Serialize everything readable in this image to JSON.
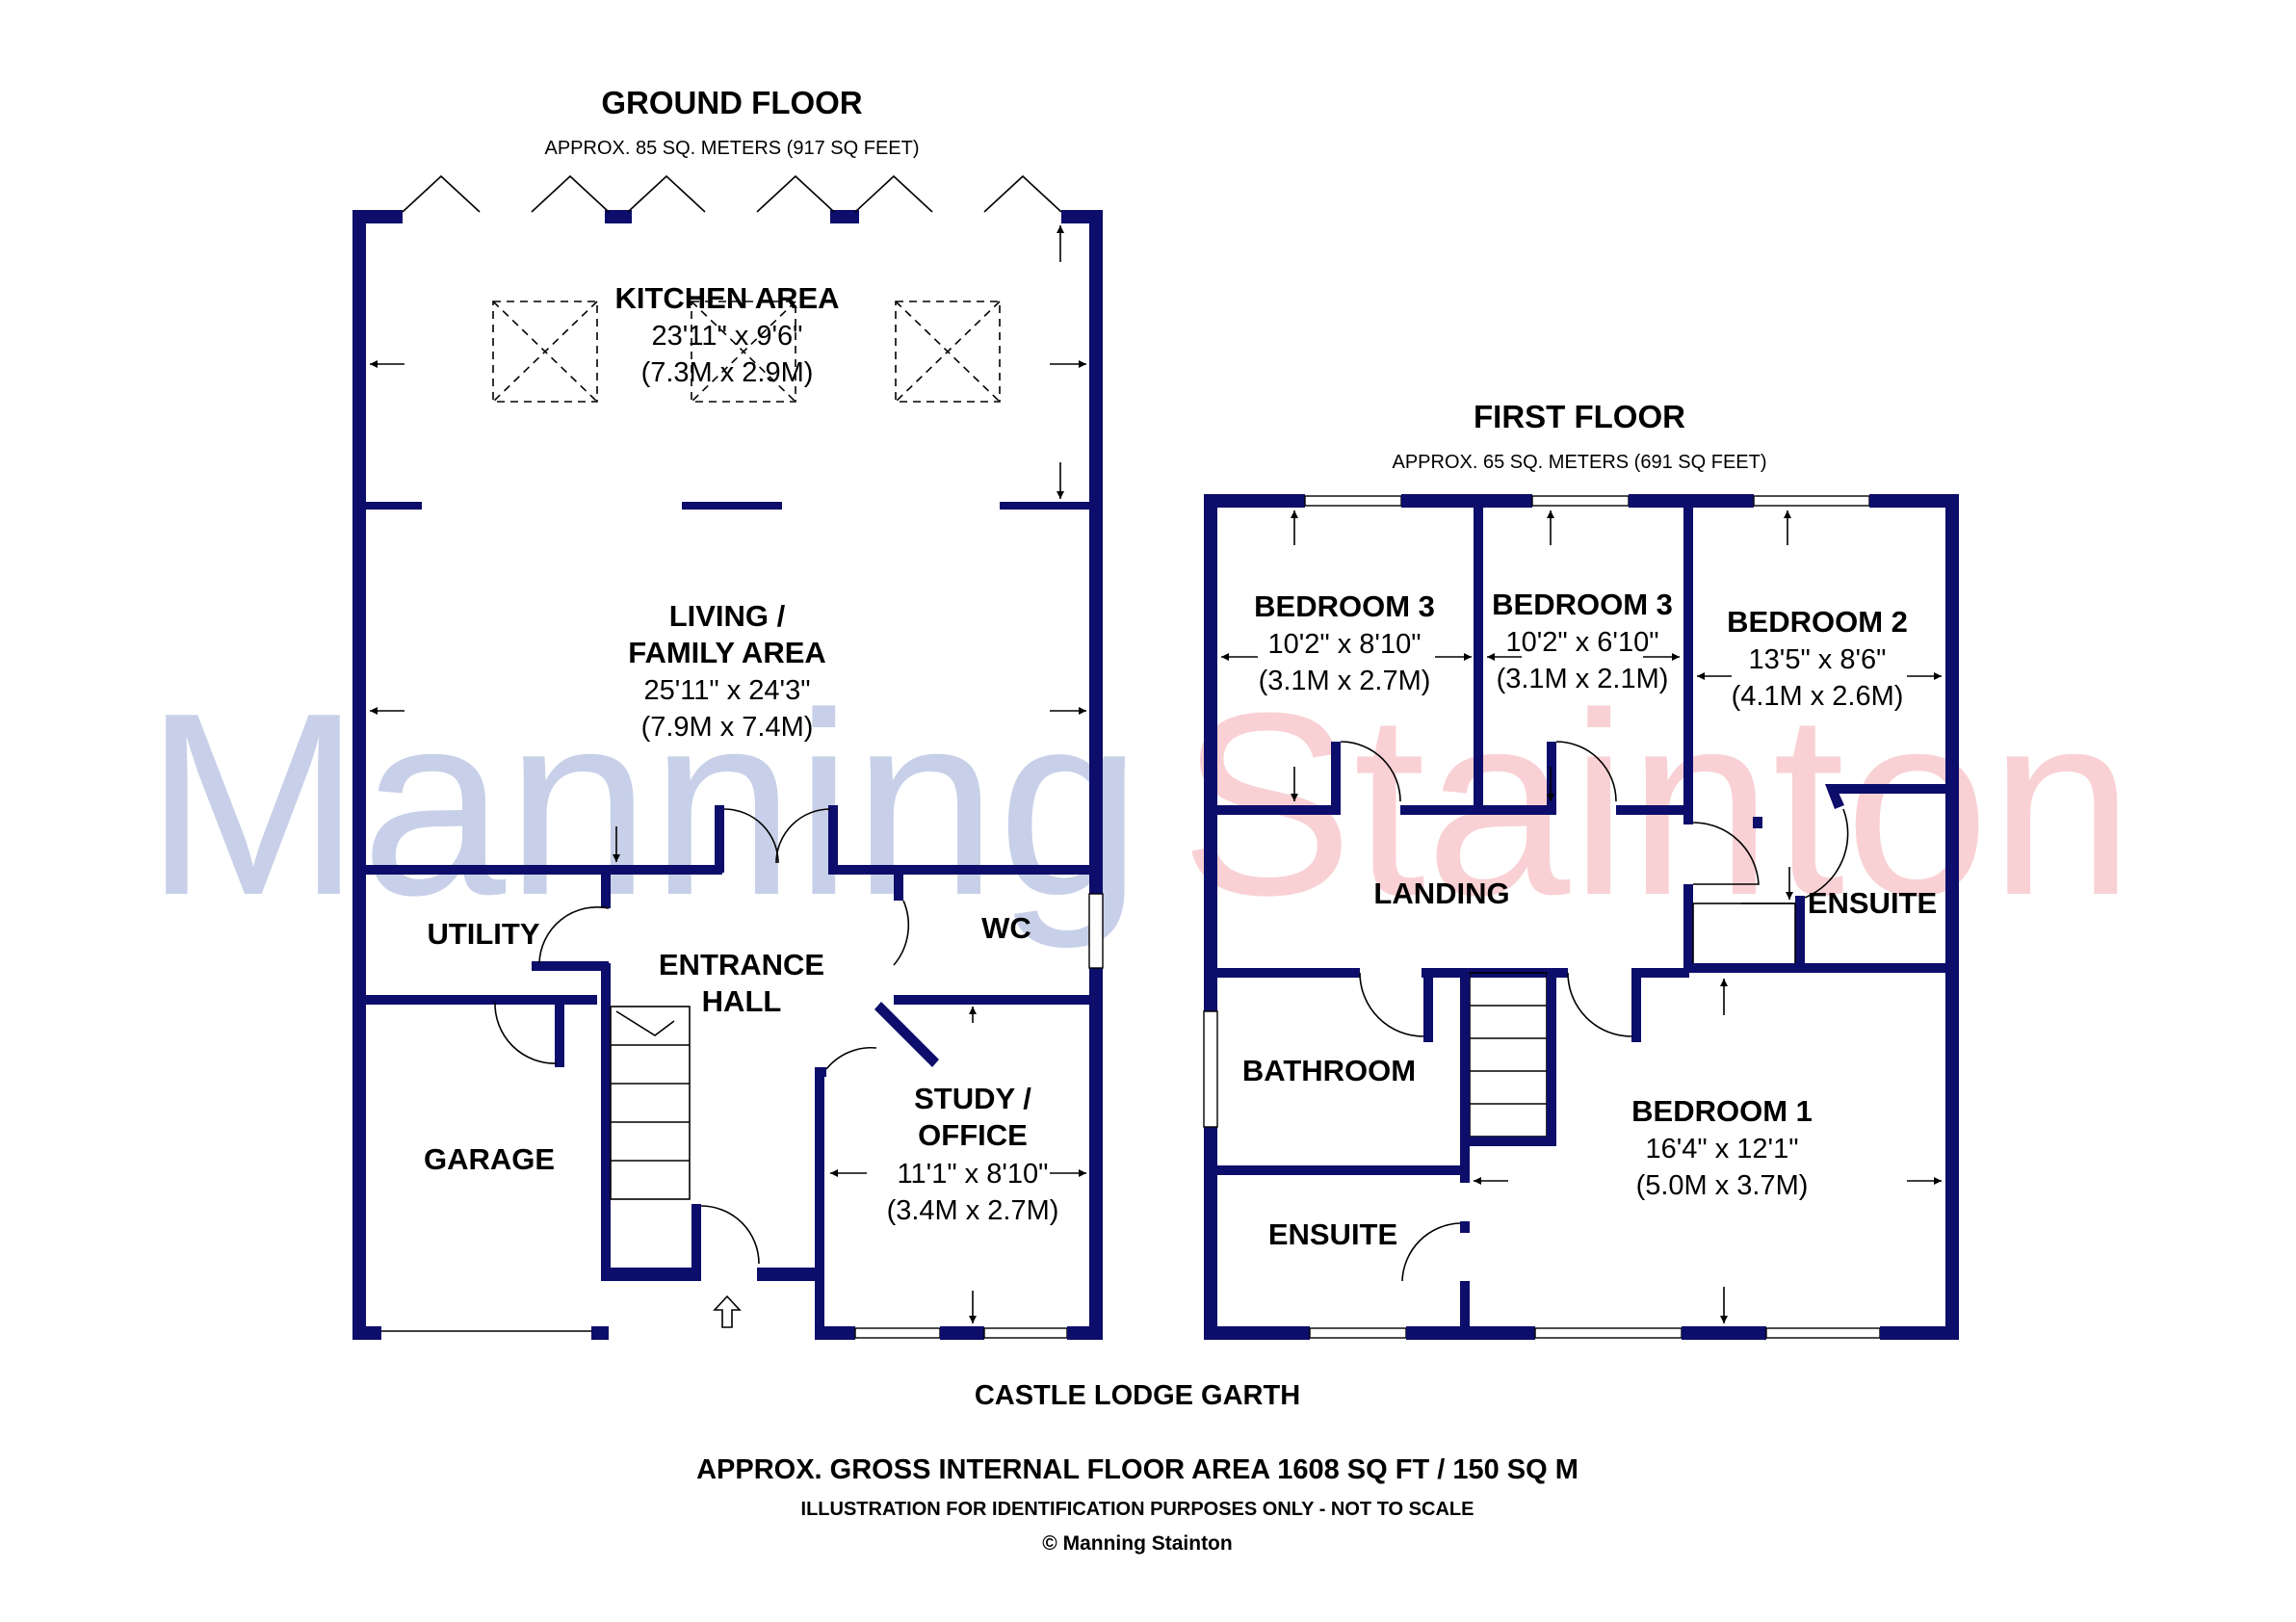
{
  "watermark": {
    "part1": "Manning",
    "part2": "Stainton",
    "color1": "#9fb0d8",
    "color2": "#f3a9ae"
  },
  "colors": {
    "wall": "#0d0d6b",
    "text": "#000000"
  },
  "ground_floor": {
    "title": "GROUND FLOOR",
    "area": "APPROX. 85 SQ. METERS (917 SQ FEET)",
    "rooms": {
      "kitchen": {
        "name": "KITCHEN AREA",
        "dim_imperial": "23'11\" x 9'6\"",
        "dim_metric": "(7.3M x 2.9M)"
      },
      "living": {
        "name_line1": "LIVING /",
        "name_line2": "FAMILY AREA",
        "dim_imperial": "25'11\" x 24'3\"",
        "dim_metric": "(7.9M x 7.4M)"
      },
      "utility": {
        "name": "UTILITY"
      },
      "entrance": {
        "name_line1": "ENTRANCE",
        "name_line2": "HALL"
      },
      "wc": {
        "name": "WC"
      },
      "garage": {
        "name": "GARAGE"
      },
      "study": {
        "name_line1": "STUDY /",
        "name_line2": "OFFICE",
        "dim_imperial": "11'1\" x 8'10\"",
        "dim_metric": "(3.4M x 2.7M)"
      }
    }
  },
  "first_floor": {
    "title": "FIRST FLOOR",
    "area": "APPROX. 65 SQ. METERS (691 SQ FEET)",
    "rooms": {
      "bedroom3a": {
        "name": "BEDROOM 3",
        "dim_imperial": "10'2\" x 8'10\"",
        "dim_metric": "(3.1M x 2.7M)"
      },
      "bedroom3b": {
        "name": "BEDROOM 3",
        "dim_imperial": "10'2\" x 6'10\"",
        "dim_metric": "(3.1M x 2.1M)"
      },
      "bedroom2": {
        "name": "BEDROOM 2",
        "dim_imperial": "13'5\" x 8'6\"",
        "dim_metric": "(4.1M x 2.6M)"
      },
      "landing": {
        "name": "LANDING"
      },
      "ensuite_upper": {
        "name": "ENSUITE"
      },
      "bathroom": {
        "name": "BATHROOM"
      },
      "ensuite_lower": {
        "name": "ENSUITE"
      },
      "bedroom1": {
        "name": "BEDROOM 1",
        "dim_imperial": "16'4\" x 12'1\"",
        "dim_metric": "(5.0M x 3.7M)"
      }
    }
  },
  "footer": {
    "property": "CASTLE LODGE GARTH",
    "gross_area": "APPROX. GROSS INTERNAL FLOOR AREA 1608 SQ FT / 150 SQ M",
    "disclaimer": "ILLUSTRATION FOR IDENTIFICATION PURPOSES ONLY - NOT TO SCALE",
    "copyright": "© Manning Stainton"
  }
}
